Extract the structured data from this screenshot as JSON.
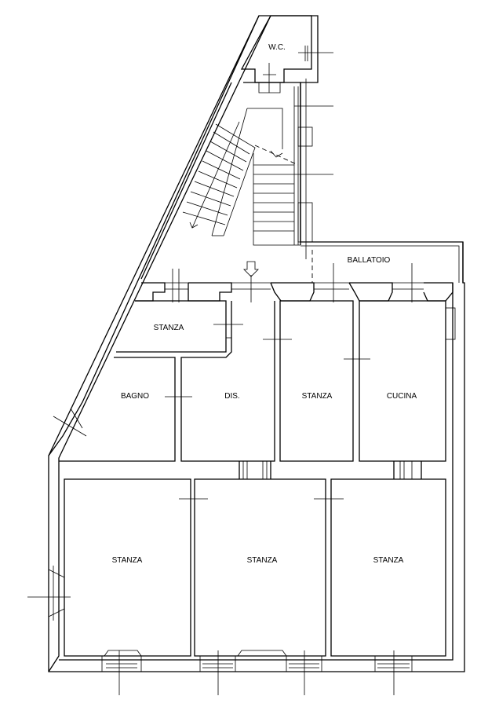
{
  "rooms": {
    "wc": "W.C.",
    "ballatoio": "BALLATOIO",
    "stanza_small": "STANZA",
    "bagno": "BAGNO",
    "dis": "DIS.",
    "stanza_mid": "STANZA",
    "cucina": "CUCINA",
    "stanza_bottom_left": "STANZA",
    "stanza_bottom_center": "STANZA",
    "stanza_bottom_right": "STANZA"
  }
}
